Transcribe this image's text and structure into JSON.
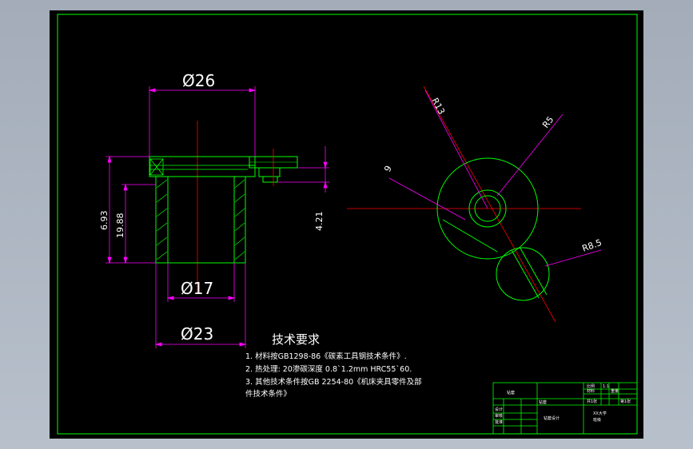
{
  "part_view": {
    "dim_top_dia": "Ø26",
    "dim_mid_dia": "Ø17",
    "dim_bot_dia": "Ø23",
    "dim_left_1": "6.93",
    "dim_left_2": "19.88",
    "dim_right": "4.21"
  },
  "side_view": {
    "dim_r13": "R13",
    "dim_r5": "R5",
    "dim_9": "9",
    "dim_r8_5": "R8.5"
  },
  "tech_requirements": {
    "heading": "技术要求",
    "line1": "1. 材料按GB1298-86《碳素工具钢技术条件》.",
    "line2": "2. 热处理: 20渗碳深度    0.8`1.2mm HRC55`60.",
    "line3a": "3. 其他技术条件按GB 2254-80《机床夹具零件及部",
    "line3b": "件技术条件》"
  },
  "title_block": {
    "name_cell": "钻套",
    "drawing_name": "钻套",
    "designer": "设计",
    "checker": "审核",
    "approver": "批准",
    "ratio": "比例",
    "qty": "1:1",
    "material": "材料",
    "weight": "重量",
    "sheet_of": "共1张",
    "school": "XX大学",
    "sheet": "第1张",
    "class": "班级",
    "designation": "钻套设计"
  },
  "colors": {
    "outline": "#00ff00",
    "dimension": "#ff00ff",
    "centerline": "#ff0000",
    "frame": "#00ff00",
    "background": "#000000"
  }
}
